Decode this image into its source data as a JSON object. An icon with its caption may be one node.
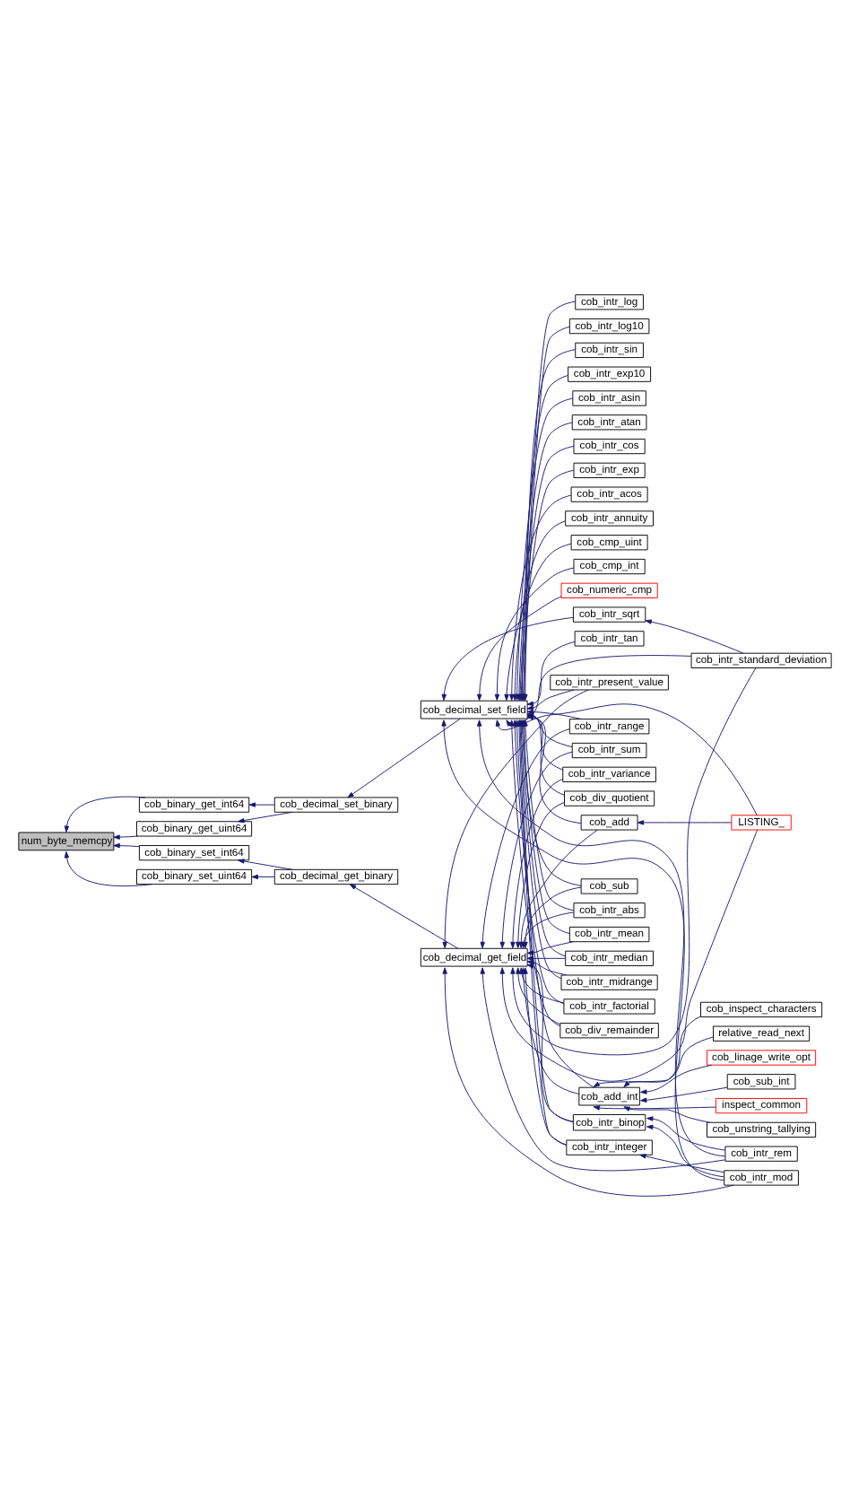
{
  "diagram": {
    "nodes": [
      {
        "text": [
          "num_byte_memcpy"
        ]
      },
      {
        "text": [
          "cob_binary_get_int64"
        ]
      },
      {
        "text": [
          "cob_binary_get_uint64"
        ]
      },
      {
        "text": [
          "cob_binary_set_int64"
        ]
      },
      {
        "text": [
          "cob_binary_set_uint64"
        ]
      },
      {
        "text": [
          "cob_decimal_set_binary"
        ]
      },
      {
        "text": [
          "cob_decimal_get_binary"
        ]
      },
      {
        "text": [
          "cob_decimal_set_field"
        ]
      },
      {
        "text": [
          "cob_decimal_get_field"
        ]
      },
      {
        "text": [
          "cob_intr_sqrt"
        ]
      },
      {
        "text": [
          "cob_numeric_cmp"
        ]
      },
      {
        "text": [
          "cob_cmp_int"
        ]
      },
      {
        "text": [
          "cob_cmp_uint"
        ]
      },
      {
        "text": [
          "cob_intr_acos"
        ]
      },
      {
        "text": [
          "cob_intr_annuity"
        ]
      },
      {
        "text": [
          "cob_intr_asin"
        ]
      },
      {
        "text": [
          "cob_intr_atan"
        ]
      },
      {
        "text": [
          "cob_intr_cos"
        ]
      },
      {
        "text": [
          "cob_intr_exp"
        ]
      },
      {
        "text": [
          "cob_intr_exp10"
        ]
      },
      {
        "text": [
          "cob_intr_log"
        ]
      },
      {
        "text": [
          "cob_intr_log10"
        ]
      },
      {
        "text": [
          "cob_intr_sin"
        ]
      },
      {
        "text": [
          "cob_intr_tan"
        ]
      },
      {
        "text": [
          "cob_intr_present_value"
        ]
      },
      {
        "text": [
          "cob_intr_range"
        ]
      },
      {
        "text": [
          "cob_intr_sum"
        ]
      },
      {
        "text": [
          "cob_intr_variance"
        ]
      },
      {
        "text": [
          "cob_div_quotient"
        ]
      },
      {
        "text": [
          "cob_add"
        ]
      },
      {
        "text": [
          "cob_intr_abs"
        ]
      },
      {
        "text": [
          "cob_sub"
        ]
      },
      {
        "text": [
          "cob_intr_mean"
        ]
      },
      {
        "text": [
          "cob_intr_median"
        ]
      },
      {
        "text": [
          "cob_intr_midrange"
        ]
      },
      {
        "text": [
          "cob_intr_binop"
        ]
      },
      {
        "text": [
          "cob_intr_integer"
        ]
      },
      {
        "text": [
          "cob_add_int"
        ]
      },
      {
        "text": [
          "cob_intr_factorial"
        ]
      },
      {
        "text": [
          "cob_div_remainder"
        ]
      },
      {
        "text": [
          "cob_intr_standard_deviation"
        ]
      },
      {
        "text": [
          "LISTING_"
        ]
      },
      {
        "text": [
          "cob_intr_rem"
        ]
      },
      {
        "text": [
          "cob_intr_mod"
        ]
      },
      {
        "text": [
          "relative_read_next"
        ]
      },
      {
        "text": [
          "cob_inspect_characters"
        ]
      },
      {
        "text": [
          "cob_linage_write_opt"
        ]
      },
      {
        "text": [
          "cob_sub_int"
        ]
      },
      {
        "text": [
          "cob_unstring_tallying"
        ]
      },
      {
        "text": [
          "inspect_common"
        ]
      }
    ],
    "edges": [
      {
        "from": 1,
        "to": 0,
        "arrow": "to"
      },
      {
        "from": 2,
        "to": 0,
        "arrow": "to"
      },
      {
        "from": 3,
        "to": 0,
        "arrow": "to"
      },
      {
        "from": 4,
        "to": 0,
        "arrow": "to"
      },
      {
        "from": 5,
        "to": 1,
        "arrow": "to"
      },
      {
        "from": 5,
        "to": 2,
        "arrow": "to"
      },
      {
        "from": 6,
        "to": 3,
        "arrow": "to"
      },
      {
        "from": 6,
        "to": 4,
        "arrow": "to"
      },
      {
        "from": 7,
        "to": 5,
        "arrow": "to"
      },
      {
        "from": 8,
        "to": 6,
        "arrow": "to"
      },
      {
        "from": 9,
        "to": 7,
        "arrow": "to"
      },
      {
        "from": 10,
        "to": 7,
        "arrow": "to"
      },
      {
        "from": 11,
        "to": 7,
        "arrow": "to"
      },
      {
        "from": 12,
        "to": 7,
        "arrow": "to"
      },
      {
        "from": 13,
        "to": 7,
        "arrow": "to"
      },
      {
        "from": 14,
        "to": 7,
        "arrow": "to"
      },
      {
        "from": 15,
        "to": 7,
        "arrow": "to"
      },
      {
        "from": 16,
        "to": 7,
        "arrow": "to"
      },
      {
        "from": 17,
        "to": 7,
        "arrow": "to"
      },
      {
        "from": 18,
        "to": 7,
        "arrow": "to"
      },
      {
        "from": 19,
        "to": 7,
        "arrow": "to"
      },
      {
        "from": 20,
        "to": 7,
        "arrow": "to"
      },
      {
        "from": 21,
        "to": 7,
        "arrow": "to"
      },
      {
        "from": 22,
        "to": 7,
        "arrow": "to"
      },
      {
        "from": 23,
        "to": 7,
        "arrow": "to"
      },
      {
        "from": 24,
        "to": 7,
        "arrow": "to"
      },
      {
        "from": 24,
        "to": 8,
        "arrow": "to"
      },
      {
        "from": 25,
        "to": 7,
        "arrow": "to"
      },
      {
        "from": 25,
        "to": 8,
        "arrow": "to"
      },
      {
        "from": 26,
        "to": 7,
        "arrow": "to"
      },
      {
        "from": 26,
        "to": 8,
        "arrow": "to"
      },
      {
        "from": 27,
        "to": 7,
        "arrow": "to"
      },
      {
        "from": 27,
        "to": 8,
        "arrow": "to"
      },
      {
        "from": 28,
        "to": 7,
        "arrow": "to"
      },
      {
        "from": 28,
        "to": 8,
        "arrow": "to"
      },
      {
        "from": 29,
        "to": 7,
        "arrow": "to"
      },
      {
        "from": 29,
        "to": 8,
        "arrow": "to"
      },
      {
        "from": 30,
        "to": 7,
        "arrow": "to"
      },
      {
        "from": 30,
        "to": 8,
        "arrow": "to"
      },
      {
        "from": 31,
        "to": 7,
        "arrow": "to"
      },
      {
        "from": 31,
        "to": 8,
        "arrow": "to"
      },
      {
        "from": 32,
        "to": 7,
        "arrow": "to"
      },
      {
        "from": 32,
        "to": 8,
        "arrow": "to"
      },
      {
        "from": 33,
        "to": 7,
        "arrow": "to"
      },
      {
        "from": 33,
        "to": 8,
        "arrow": "to"
      },
      {
        "from": 34,
        "to": 7,
        "arrow": "to"
      },
      {
        "from": 34,
        "to": 8,
        "arrow": "to"
      },
      {
        "from": 35,
        "to": 7,
        "arrow": "to"
      },
      {
        "from": 35,
        "to": 8,
        "arrow": "to"
      },
      {
        "from": 36,
        "to": 7,
        "arrow": "to"
      },
      {
        "from": 36,
        "to": 8,
        "arrow": "to"
      },
      {
        "from": 37,
        "to": 7,
        "arrow": "to"
      },
      {
        "from": 37,
        "to": 8,
        "arrow": "to"
      },
      {
        "from": 38,
        "to": 7,
        "arrow": "to"
      },
      {
        "from": 38,
        "to": 8,
        "arrow": "to"
      },
      {
        "from": 39,
        "to": 7,
        "arrow": "to"
      },
      {
        "from": 39,
        "to": 8,
        "arrow": "to"
      },
      {
        "from": 40,
        "to": 9,
        "arrow": "to"
      },
      {
        "from": 40,
        "to": 7,
        "arrow": "to"
      },
      {
        "from": 40,
        "to": 8,
        "arrow": "to"
      },
      {
        "from": 41,
        "to": 29,
        "arrow": "to"
      },
      {
        "from": 41,
        "to": 7,
        "arrow": "to"
      },
      {
        "from": 41,
        "to": 8,
        "arrow": "to"
      },
      {
        "from": 42,
        "to": 35,
        "arrow": "to"
      },
      {
        "from": 42,
        "to": 7,
        "arrow": "to"
      },
      {
        "from": 42,
        "to": 8,
        "arrow": "to"
      },
      {
        "from": 43,
        "to": 35,
        "arrow": "to"
      },
      {
        "from": 43,
        "to": 36,
        "arrow": "to"
      },
      {
        "from": 43,
        "to": 7,
        "arrow": "to"
      },
      {
        "from": 43,
        "to": 8,
        "arrow": "to"
      },
      {
        "from": 44,
        "to": 37,
        "arrow": "to"
      },
      {
        "from": 45,
        "to": 37,
        "arrow": "to"
      },
      {
        "from": 46,
        "to": 37,
        "arrow": "to"
      },
      {
        "from": 47,
        "to": 37,
        "arrow": "to"
      },
      {
        "from": 48,
        "to": 37,
        "arrow": "to"
      },
      {
        "from": 49,
        "to": 37,
        "arrow": "to"
      }
    ]
  }
}
